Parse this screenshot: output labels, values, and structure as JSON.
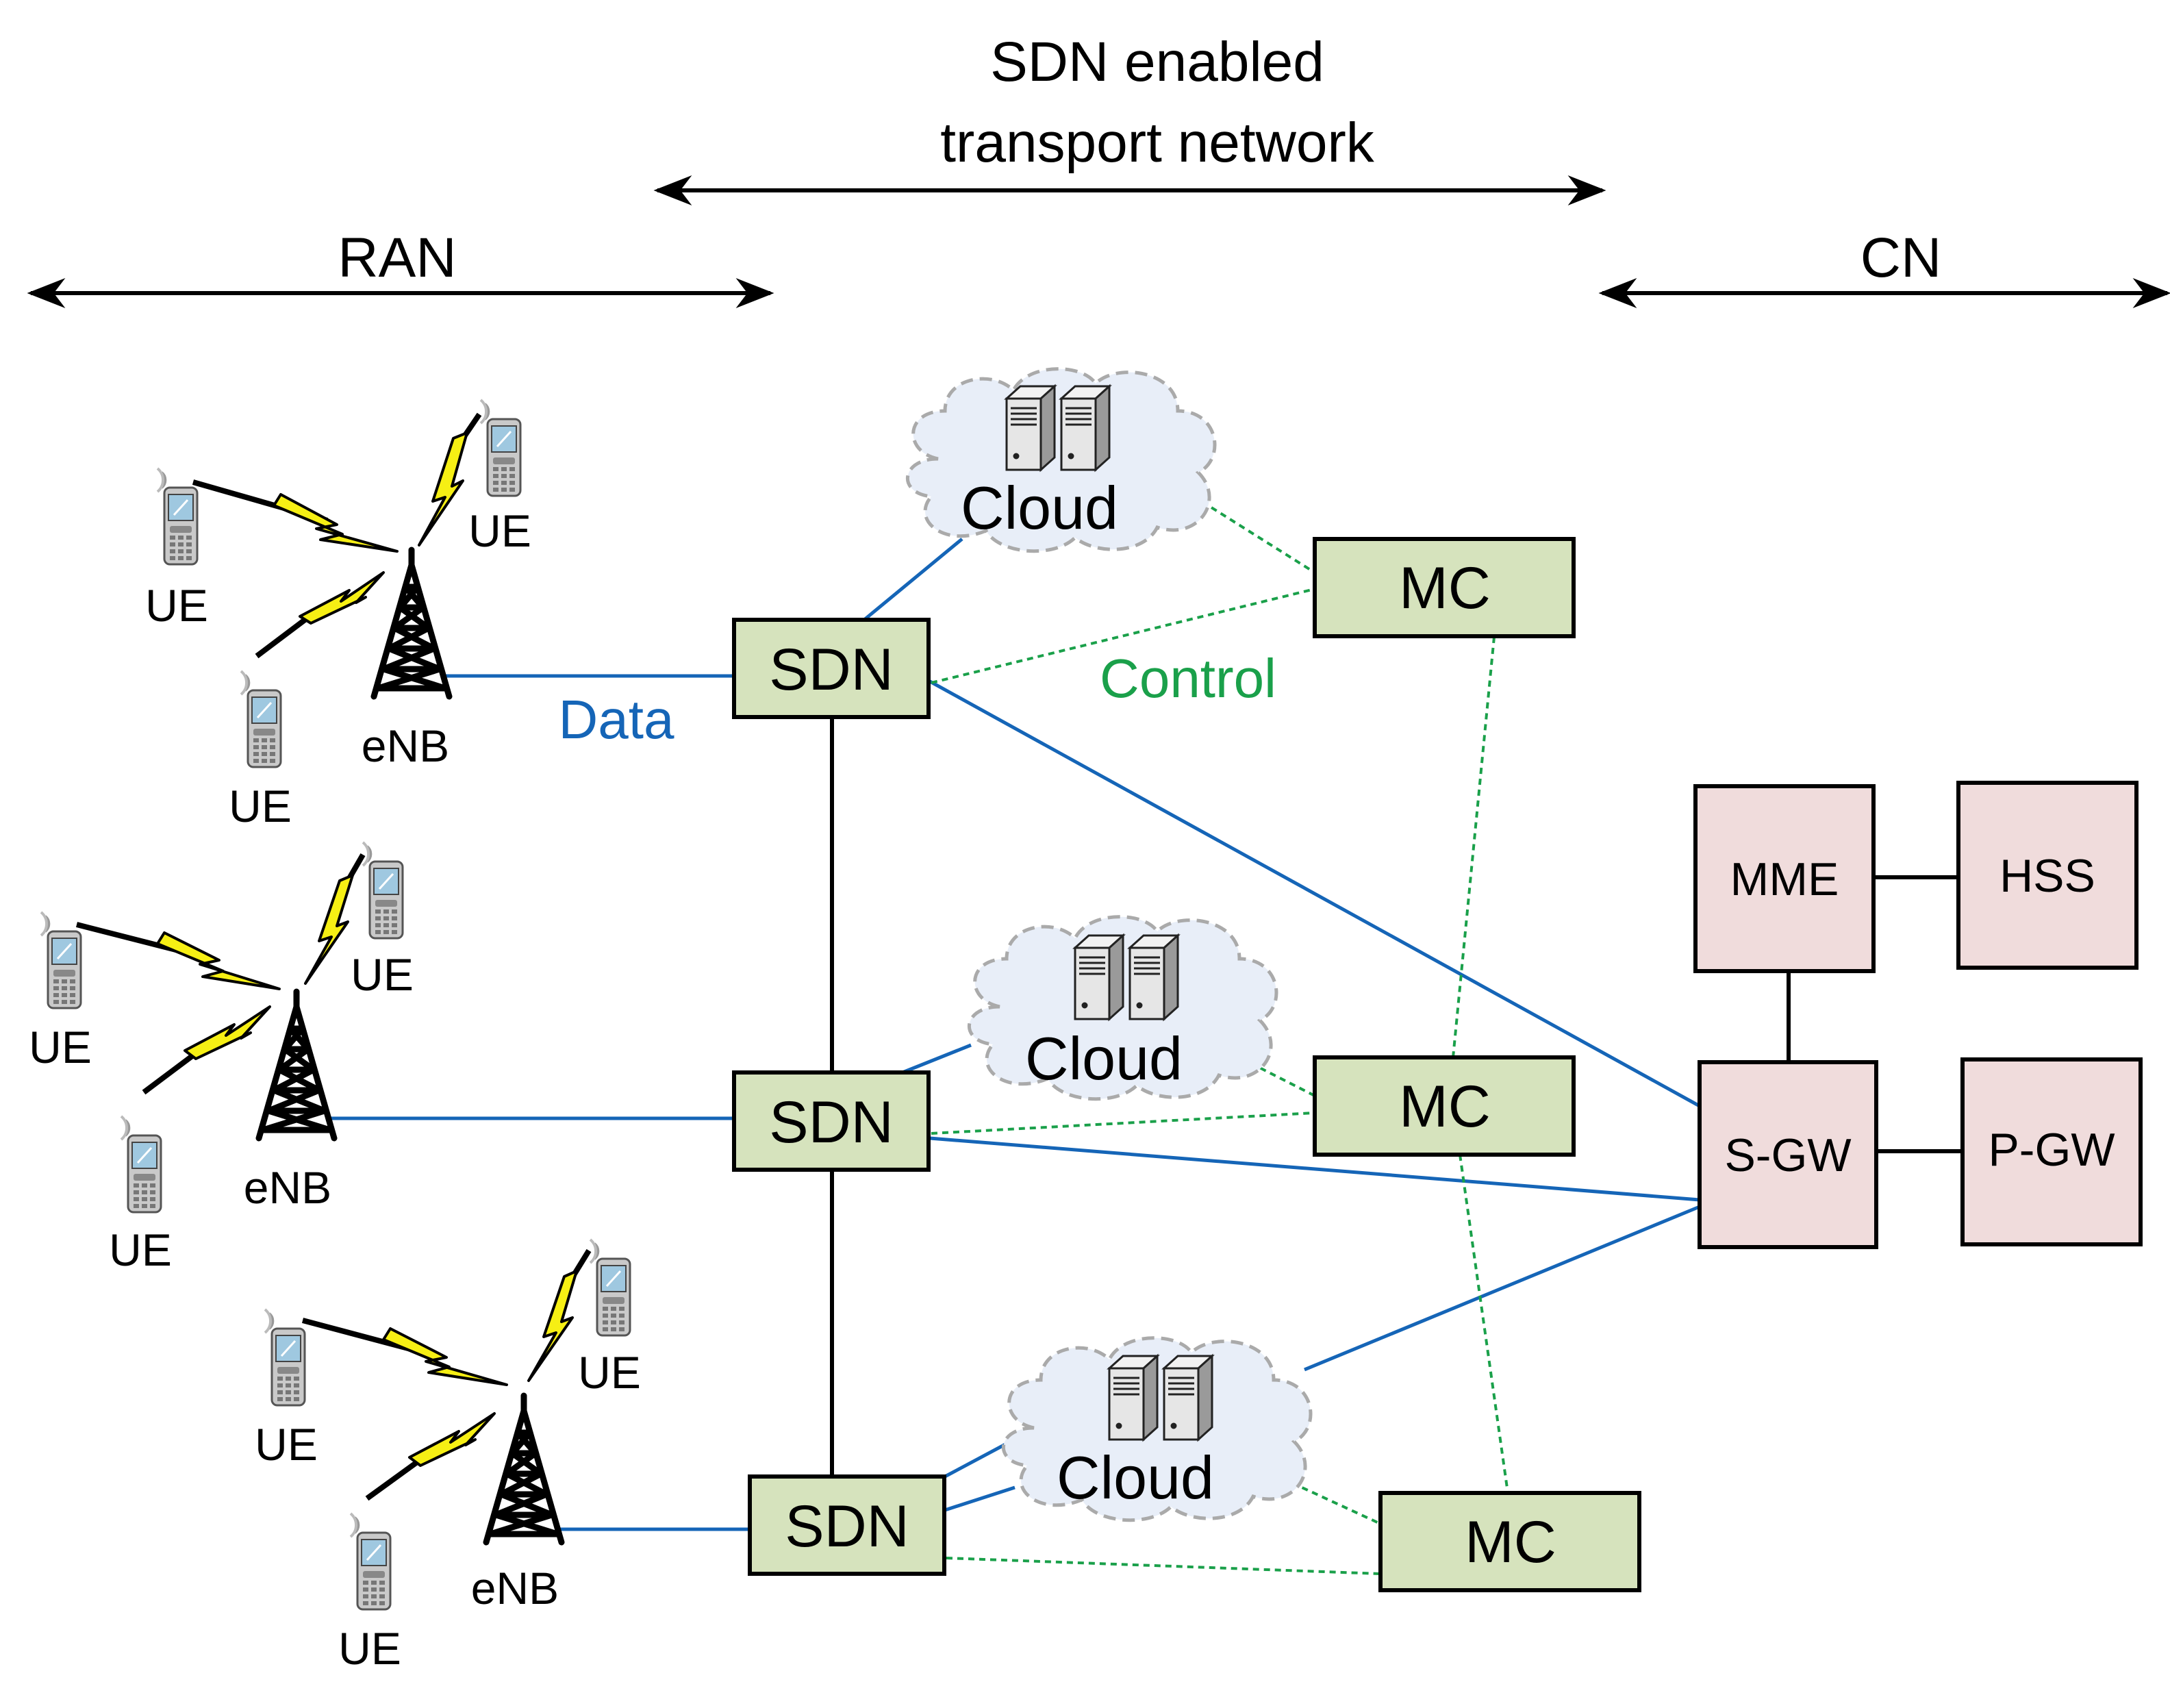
{
  "headers": {
    "transport_line1": "SDN enabled",
    "transport_line2": "transport network",
    "ran": "RAN",
    "cn": "CN"
  },
  "link_labels": {
    "data": "Data",
    "control": "Control"
  },
  "colors": {
    "data_link": "#1565b7",
    "control_link": "#1aa04a",
    "sdn_mc_fill": "#d6e3bd",
    "core_fill": "#f0dcdc",
    "cloud_fill": "#e8eef8"
  },
  "sites": [
    {
      "enb": "eNB",
      "ue_left": "UE",
      "ue_top": "UE",
      "ue_bottom": "UE",
      "sdn": "SDN",
      "cloud": "Cloud",
      "mc": "MC"
    },
    {
      "enb": "eNB",
      "ue_left": "UE",
      "ue_top": "UE",
      "ue_bottom": "UE",
      "sdn": "SDN",
      "cloud": "Cloud",
      "mc": "MC"
    },
    {
      "enb": "eNB",
      "ue_left": "UE",
      "ue_top": "UE",
      "ue_bottom": "UE",
      "sdn": "SDN",
      "cloud": "Cloud",
      "mc": "MC"
    }
  ],
  "core": {
    "mme": "MME",
    "hss": "HSS",
    "sgw": "S-GW",
    "pgw": "P-GW"
  },
  "icons": {
    "phone": "mobile-phone-icon",
    "tower": "cell-tower-icon",
    "server": "server-icon",
    "bolt": "wireless-link-icon"
  }
}
